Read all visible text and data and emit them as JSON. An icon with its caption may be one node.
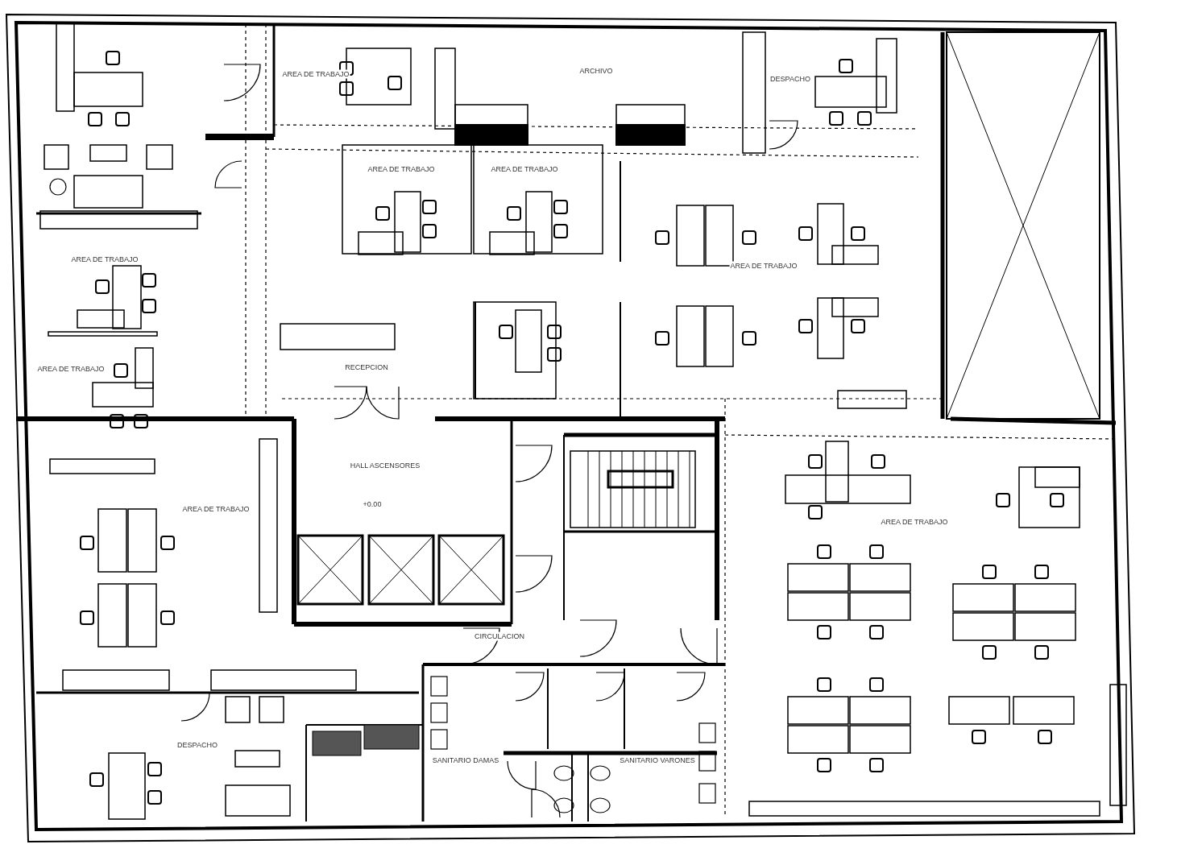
{
  "diagram": {
    "labels": [
      "AREA DE TRABAJO",
      "ARCHIVO",
      "DESPACHO",
      "AREA DE TRABAJO",
      "AREA DE TRABAJO",
      "AREA DE TRABAJO",
      "AREA DE TRABAJO",
      "AREA DE TRABAJO",
      "RECEPCION",
      "HALL ASCENSORES",
      "+0.00",
      "AREA DE TRABAJO",
      "AREA DE TRABAJO",
      "CIRCULACION",
      "DESPACHO",
      "SANITARIO DAMAS",
      "SANITARIO VARONES"
    ]
  }
}
